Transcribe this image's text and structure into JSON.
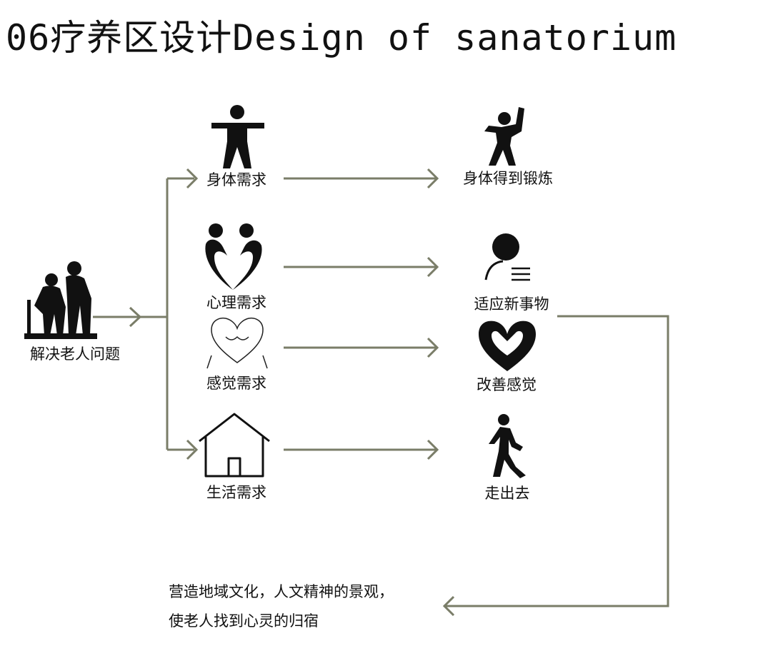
{
  "title": "06疗养区设计Design of sanatorium",
  "source": {
    "label": "解决老人问题",
    "icon": "elderly-couple-icon"
  },
  "needs": [
    {
      "label": "身体需求",
      "icon": "person-arms-out-icon"
    },
    {
      "label": "心理需求",
      "icon": "couple-heart-icon"
    },
    {
      "label": "感觉需求",
      "icon": "heart-outline-icon"
    },
    {
      "label": "生活需求",
      "icon": "house-icon"
    }
  ],
  "outcomes": [
    {
      "label": "身体得到锻炼",
      "icon": "person-exercising-icon"
    },
    {
      "label": "适应新事物",
      "icon": "user-list-icon"
    },
    {
      "label": "改善感觉",
      "icon": "heart-hands-icon"
    },
    {
      "label": "走出去",
      "icon": "walking-person-icon"
    }
  ],
  "conclusion": {
    "line1": "营造地域文化，人文精神的景观，",
    "line2": "使老人找到心灵的归宿"
  },
  "colors": {
    "connector": "#7a7d68",
    "ink": "#111111"
  }
}
